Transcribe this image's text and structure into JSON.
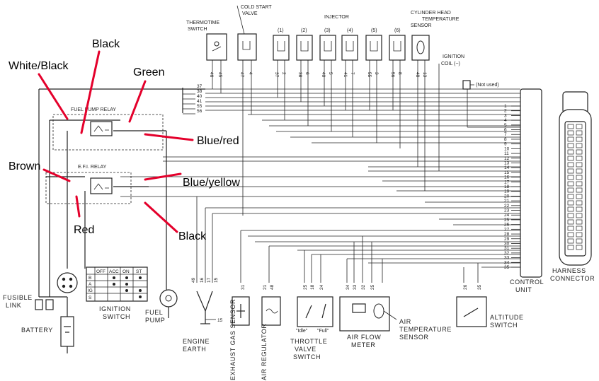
{
  "callouts": {
    "white_black": "White/Black",
    "black_top": "Black",
    "green": "Green",
    "blue_red": "Blue/red",
    "brown": "Brown",
    "blue_yellow": "Blue/yellow",
    "red": "Red",
    "black_bottom": "Black"
  },
  "components": {
    "cold_start_valve_1": "COLD START",
    "cold_start_valve_2": "VALVE",
    "thermotime_1": "THERMOTIME",
    "thermotime_2": "SWITCH",
    "injector": "INJECTOR",
    "cyl_head_1": "CYLINDER HEAD",
    "cyl_head_2": "TEMPERATURE",
    "cyl_head_3": "SENSOR",
    "ignition_coil_1": "IGNITION",
    "ignition_coil_2": "COIL (−)",
    "not_used": "(Not used)",
    "fuel_pump_relay": "FUEL PUMP RELAY",
    "efi_relay": "E.F.I. RELAY",
    "ignition_switch_1": "IGNITION",
    "ignition_switch_2": "SWITCH",
    "fuel_pump_1": "FUEL",
    "fuel_pump_2": "PUMP",
    "fusible_link_1": "FUSIBLE",
    "fusible_link_2": "LINK",
    "battery": "BATTERY",
    "engine_earth_1": "ENGINE",
    "engine_earth_2": "EARTH",
    "exhaust_gas_sensor": "EXHAUST GAS SENSOR",
    "air_regulator": "AIR REGULATOR",
    "throttle_1": "THROTTLE",
    "throttle_2": "VALVE",
    "throttle_3": "SWITCH",
    "idle": "\"Idle\"",
    "full": "\"Full\"",
    "air_flow_1": "AIR FLOW",
    "air_flow_2": "METER",
    "air_temp_1": "AIR",
    "air_temp_2": "TEMPERATURE",
    "air_temp_3": "SENSOR",
    "altitude_1": "ALTITUDE",
    "altitude_2": "SWITCH",
    "control_1": "CONTROL",
    "control_2": "UNIT",
    "harness_1": "HARNESS",
    "harness_2": "CONNECTOR"
  },
  "injectors": [
    "(1)",
    "(2)",
    "(3)",
    "(4)",
    "(5)",
    "(6)"
  ],
  "ignition_table": {
    "headers": [
      "OFF",
      "ACC",
      "ON",
      "ST"
    ],
    "rows": [
      "B",
      "A",
      "IG",
      "S"
    ]
  },
  "cu_pins": [
    "1",
    "2",
    "3",
    "4",
    "5",
    "6",
    "7",
    "8",
    "9",
    "10",
    "11",
    "12",
    "13",
    "14",
    "15",
    "16",
    "17",
    "18",
    "19",
    "20",
    "21",
    "22",
    "23",
    "24",
    "25",
    "26",
    "27",
    "28",
    "29",
    "30",
    "31",
    "32",
    "33",
    "34",
    "35"
  ],
  "pin_labels": {
    "thermo": [
      "46",
      "45"
    ],
    "cold": [
      "47",
      "4"
    ],
    "inj": [
      [
        "37",
        "2"
      ],
      [
        "38",
        "6"
      ],
      [
        "40",
        "5"
      ],
      [
        "41",
        "7"
      ],
      [
        "55",
        "3"
      ],
      [
        "56",
        "8"
      ]
    ],
    "cyl": [
      "48",
      "13"
    ],
    "left_bus": [
      "37",
      "38",
      "40",
      "41",
      "55",
      "56"
    ],
    "earth": [
      "49",
      "16",
      "17",
      "15"
    ],
    "earth_side": "15",
    "exh": "31",
    "airreg": [
      "21",
      "48"
    ],
    "thr": [
      "25",
      "18",
      "24"
    ],
    "afm": [
      "34",
      "33",
      "32",
      "25"
    ],
    "alt": [
      "26",
      "35"
    ]
  }
}
